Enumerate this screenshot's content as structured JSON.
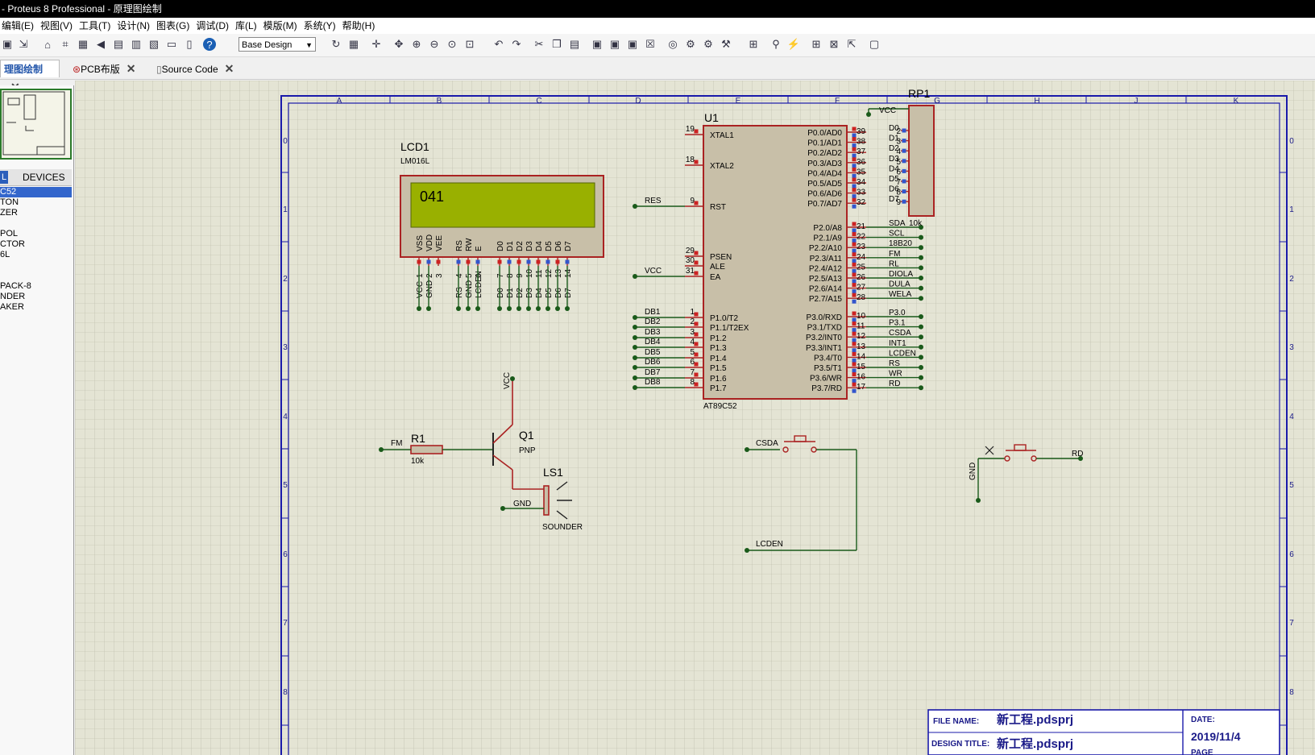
{
  "window": {
    "title": "- Proteus 8 Professional - 原理图绘制"
  },
  "menu": [
    "编辑(E)",
    "视图(V)",
    "工具(T)",
    "设计(N)",
    "图表(G)",
    "调试(D)",
    "库(L)",
    "模版(M)",
    "系统(Y)",
    "帮助(H)"
  ],
  "toolbar": {
    "layer": "Base Design"
  },
  "tabs": [
    {
      "label": "理图绘制",
      "active": true
    },
    {
      "label": "PCB布版",
      "active": false
    },
    {
      "label": "Source Code",
      "active": false
    }
  ],
  "panel": {
    "mode_letter": "L",
    "header": "DEVICES",
    "devices": [
      "C52",
      "TON",
      "ZER",
      "",
      "POL",
      "CTOR",
      "6L",
      "",
      "",
      "PACK-8",
      "NDER",
      "AKER"
    ]
  },
  "frame": {
    "cols": [
      "A",
      "B",
      "C",
      "D",
      "E",
      "F",
      "G",
      "H",
      "J",
      "K"
    ],
    "rows": [
      "0",
      "1",
      "2",
      "3",
      "4",
      "5",
      "6",
      "7",
      "8"
    ]
  },
  "lcd": {
    "ref": "LCD1",
    "model": "LM016L",
    "display": "041",
    "pin_names": [
      "VSS",
      "VDD",
      "VEE",
      "RS",
      "RW",
      "E",
      "D0",
      "D1",
      "D2",
      "D3",
      "D4",
      "D5",
      "D6",
      "D7"
    ],
    "pin_nums": [
      "1",
      "2",
      "3",
      "4",
      "5",
      "6",
      "7",
      "8",
      "9",
      "10",
      "11",
      "12",
      "13",
      "14"
    ],
    "net_labels": [
      "VCC",
      "GND",
      "RS",
      "GND",
      "LCDEN",
      "D0",
      "D1",
      "D2",
      "D3",
      "D4",
      "D5",
      "D6",
      "D7"
    ]
  },
  "mcu": {
    "ref": "U1",
    "model": "AT89C52",
    "left_pins": [
      {
        "num": "19",
        "name": "XTAL1",
        "net": ""
      },
      {
        "num": "18",
        "name": "XTAL2",
        "net": ""
      },
      {
        "num": "9",
        "name": "RST",
        "net": "RES"
      },
      {
        "num": "29",
        "name": "PSEN",
        "net": ""
      },
      {
        "num": "30",
        "name": "ALE",
        "net": ""
      },
      {
        "num": "31",
        "name": "EA",
        "net": "VCC"
      },
      {
        "num": "1",
        "name": "P1.0/T2",
        "net": "DB1"
      },
      {
        "num": "2",
        "name": "P1.1/T2EX",
        "net": "DB2"
      },
      {
        "num": "3",
        "name": "P1.2",
        "net": "DB3"
      },
      {
        "num": "4",
        "name": "P1.3",
        "net": "DB4"
      },
      {
        "num": "5",
        "name": "P1.4",
        "net": "DB5"
      },
      {
        "num": "6",
        "name": "P1.5",
        "net": "DB6"
      },
      {
        "num": "7",
        "name": "P1.6",
        "net": "DB7"
      },
      {
        "num": "8",
        "name": "P1.7",
        "net": "DB8"
      }
    ],
    "right_p0": [
      {
        "num": "39",
        "name": "P0.0/AD0",
        "net": "D0"
      },
      {
        "num": "38",
        "name": "P0.1/AD1",
        "net": "D1"
      },
      {
        "num": "37",
        "name": "P0.2/AD2",
        "net": "D2"
      },
      {
        "num": "36",
        "name": "P0.3/AD3",
        "net": "D3"
      },
      {
        "num": "35",
        "name": "P0.4/AD4",
        "net": "D4"
      },
      {
        "num": "34",
        "name": "P0.5/AD5",
        "net": "D5"
      },
      {
        "num": "33",
        "name": "P0.6/AD6",
        "net": "D6"
      },
      {
        "num": "32",
        "name": "P0.7/AD7",
        "net": "D7"
      }
    ],
    "right_p2": [
      {
        "num": "21",
        "name": "P2.0/A8",
        "net": "SDA"
      },
      {
        "num": "22",
        "name": "P2.1/A9",
        "net": "SCL"
      },
      {
        "num": "23",
        "name": "P2.2/A10",
        "net": "18B20"
      },
      {
        "num": "24",
        "name": "P2.3/A11",
        "net": "FM"
      },
      {
        "num": "25",
        "name": "P2.4/A12",
        "net": "RL"
      },
      {
        "num": "26",
        "name": "P2.5/A13",
        "net": "DIOLA"
      },
      {
        "num": "27",
        "name": "P2.6/A14",
        "net": "DULA"
      },
      {
        "num": "28",
        "name": "P2.7/A15",
        "net": "WELA"
      }
    ],
    "right_p3": [
      {
        "num": "10",
        "name": "P3.0/RXD",
        "net": "P3.0"
      },
      {
        "num": "11",
        "name": "P3.1/TXD",
        "net": "P3.1"
      },
      {
        "num": "12",
        "name": "P3.2/INT0",
        "net": "CSDA"
      },
      {
        "num": "13",
        "name": "P3.3/INT1",
        "net": "INT1"
      },
      {
        "num": "14",
        "name": "P3.4/T0",
        "net": "LCDEN"
      },
      {
        "num": "15",
        "name": "P3.5/T1",
        "net": "RS"
      },
      {
        "num": "16",
        "name": "P3.6/WR",
        "net": "WR"
      },
      {
        "num": "17",
        "name": "P3.7/RD",
        "net": "RD"
      }
    ]
  },
  "rp1": {
    "ref": "RP1",
    "value": "10k",
    "vcc": "VCC",
    "pin_nums": [
      "2",
      "3",
      "4",
      "5",
      "6",
      "7",
      "8",
      "9"
    ]
  },
  "r1": {
    "ref": "R1",
    "value": "10k",
    "net": "FM"
  },
  "q1": {
    "ref": "Q1",
    "model": "PNP",
    "vcc": "VCC"
  },
  "ls1": {
    "ref": "LS1",
    "model": "SOUNDER",
    "gnd": "GND"
  },
  "sw1": {
    "net_a": "CSDA",
    "net_b": "LCDEN"
  },
  "sw2": {
    "net_a": "GND",
    "net_b": "RD"
  },
  "titleblock": {
    "file_label": "FILE NAME:",
    "file_value": "新工程.pdsprj",
    "design_label": "DESIGN TITLE:",
    "design_value": "新工程.pdsprj",
    "date_label": "DATE:",
    "date_value": "2019/11/4",
    "page_label": "PAGE"
  }
}
